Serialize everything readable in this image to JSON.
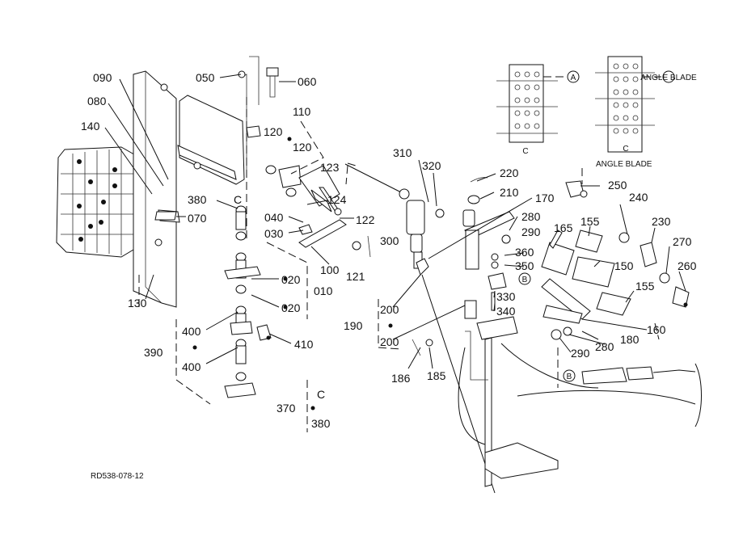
{
  "part_labels": [
    "090",
    "080",
    "140",
    "050",
    "060",
    "110",
    "120",
    "120",
    "123",
    "124",
    "380",
    "C",
    "070",
    "040",
    "030",
    "122",
    "100",
    "121",
    "020",
    "010",
    "020",
    "130",
    "400",
    "390",
    "400",
    "410",
    "370",
    "C",
    "380",
    "310",
    "320",
    "220",
    "210",
    "170",
    "250",
    "240",
    "280",
    "290",
    "165",
    "155",
    "230",
    "270",
    "360",
    "350",
    "B",
    "150",
    "155",
    "260",
    "300",
    "200",
    "190",
    "200",
    "330",
    "340",
    "160",
    "280",
    "180",
    "290",
    "186",
    "185",
    "B",
    "A",
    "A",
    "ANGLE BLADE",
    "C",
    "C"
  ],
  "drawing_code": "RD538-078-12"
}
